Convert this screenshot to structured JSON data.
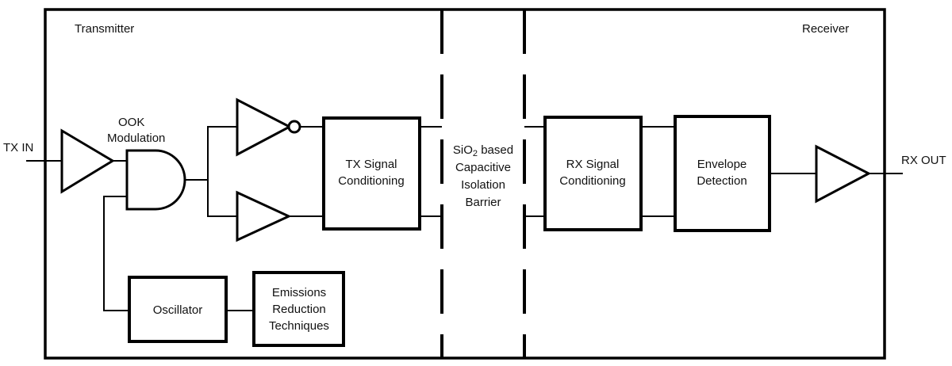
{
  "diagram": {
    "title_left": "Transmitter",
    "title_right": "Receiver",
    "input_label": "TX IN",
    "output_label": "RX OUT",
    "modulation_label_line1": "OOK",
    "modulation_label_line2": "Modulation",
    "barrier": {
      "line1_prefix": "SiO",
      "line1_sub": "2",
      "line1_suffix": " based",
      "line2": "Capacitive",
      "line3": "Isolation",
      "line4": "Barrier"
    },
    "blocks": {
      "tx_signal_conditioning": {
        "line1": "TX Signal",
        "line2": "Conditioning"
      },
      "rx_signal_conditioning": {
        "line1": "RX Signal",
        "line2": "Conditioning"
      },
      "envelope_detection": {
        "line1": "Envelope",
        "line2": "Detection"
      },
      "oscillator": {
        "line1": "Oscillator"
      },
      "emissions_reduction": {
        "line1": "Emissions",
        "line2": "Reduction",
        "line3": "Techniques"
      }
    },
    "colors": {
      "stroke": "#000000",
      "background": "#ffffff",
      "text": "#111111"
    }
  }
}
